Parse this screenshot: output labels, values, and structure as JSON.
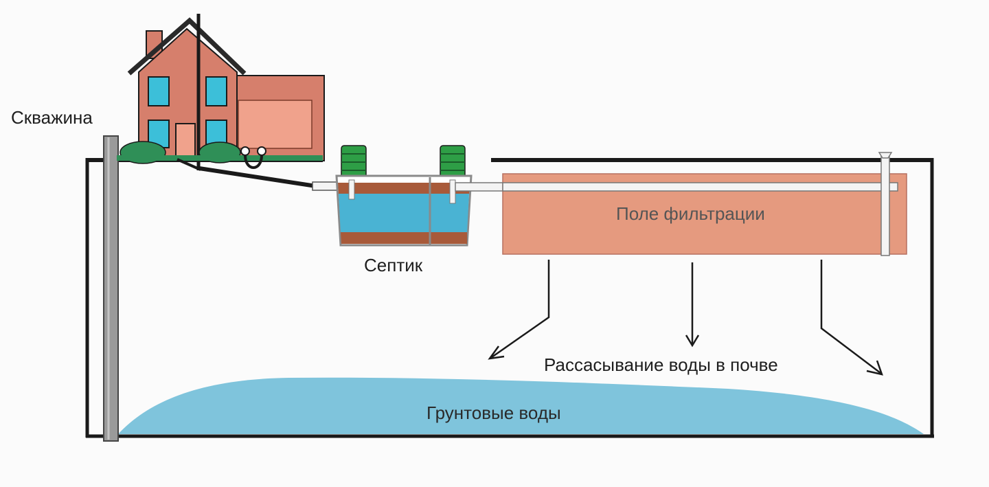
{
  "labels": {
    "well": "Скважина",
    "septic": "Септик",
    "filtration_field": "Поле фильтрации",
    "soil_absorption": "Рассасывание воды в почве",
    "groundwater": "Грунтовые воды"
  },
  "colors": {
    "house_wall": "#d67f6c",
    "house_wall_light": "#f0a28c",
    "window": "#3cbfd9",
    "tank_water": "#4ab3d3",
    "sludge": "#a85a3a",
    "hatch_green": "#2e9e46",
    "filtration_field": "#e59a7f",
    "groundwater": "#7fc4dc",
    "outline": "#1a1a1a",
    "pipe_grey": "#9a9a9a"
  }
}
